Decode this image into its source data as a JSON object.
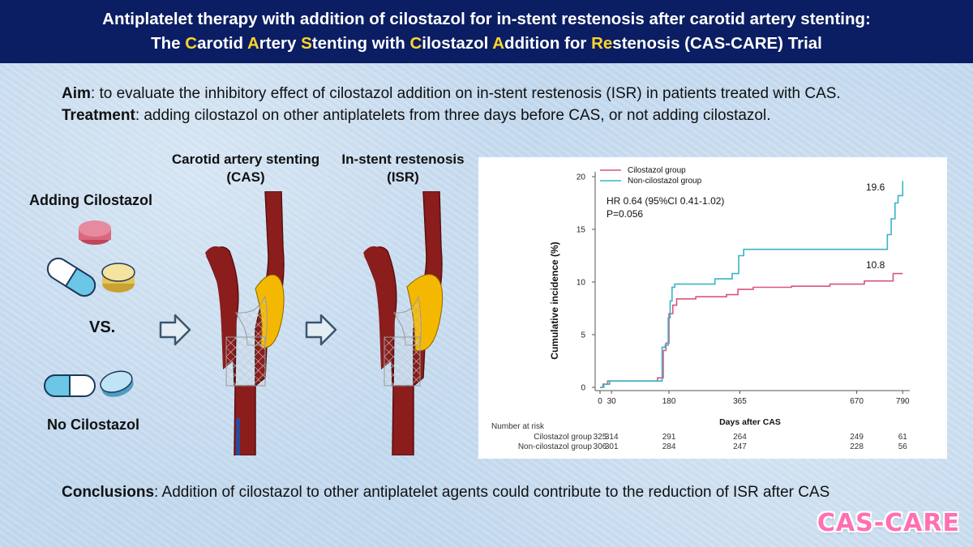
{
  "header": {
    "line1": "Antiplatelet therapy with addition of cilostazol for in-stent restenosis after carotid artery stenting:",
    "line2": {
      "parts": [
        "The ",
        "C",
        "arotid ",
        "A",
        "rtery ",
        "S",
        "tenting with ",
        "C",
        "ilostazol ",
        "A",
        "ddition for ",
        "Re",
        "stenosis (CAS-CARE) Trial"
      ]
    }
  },
  "aim": {
    "aim_label": "Aim",
    "aim_text": ": to evaluate the inhibitory effect of cilostazol addition on in-stent restenosis (ISR) in patients treated with CAS.",
    "treatment_label": "Treatment",
    "treatment_text": ": adding cilostazol on other antiplatelets from three days before CAS, or not adding cilostazol."
  },
  "left": {
    "adding": "Adding Cilostazol",
    "vs": "VS.",
    "no": "No Cilostazol"
  },
  "stages": {
    "cas_line1": "Carotid  artery stenting",
    "cas_line2": "(CAS)",
    "isr_line1": "In-stent restenosis",
    "isr_line2": "(ISR)"
  },
  "colors": {
    "title_bg": "#0b1e63",
    "highlight": "#ffd52a",
    "artery": "#8b1d1d",
    "plaque": "#f5b800",
    "cilostazol": "#d9557a",
    "non_cilostazol": "#3ab3c8",
    "logo": "#ff6fb2"
  },
  "chart_data": {
    "type": "line",
    "xlabel": "Days after CAS",
    "ylabel": "Cumulative incidence (%)",
    "xticks": [
      0,
      30,
      180,
      365,
      670,
      790
    ],
    "yticks": [
      0,
      5,
      10,
      15,
      20
    ],
    "xlim": [
      0,
      800
    ],
    "ylim": [
      0,
      20
    ],
    "legend_position": "top-left",
    "annotation_hr": "HR 0.64 (95%CI 0.41-1.02)",
    "annotation_p": "P=0.056",
    "series": [
      {
        "name": "Cilostazol group",
        "color": "#d9557a",
        "end_label": "10.8",
        "steps": [
          [
            0,
            0
          ],
          [
            8,
            0.3
          ],
          [
            20,
            0.6
          ],
          [
            150,
            0.9
          ],
          [
            165,
            3.5
          ],
          [
            172,
            4.2
          ],
          [
            180,
            7.0
          ],
          [
            190,
            7.8
          ],
          [
            200,
            8.4
          ],
          [
            250,
            8.6
          ],
          [
            330,
            8.8
          ],
          [
            360,
            9.3
          ],
          [
            400,
            9.5
          ],
          [
            500,
            9.6
          ],
          [
            600,
            9.8
          ],
          [
            690,
            10.1
          ],
          [
            765,
            10.8
          ],
          [
            790,
            10.8
          ]
        ]
      },
      {
        "name": "Non-cilostazol group",
        "color": "#3ab3c8",
        "end_label": "19.6",
        "steps": [
          [
            0,
            0
          ],
          [
            10,
            0.3
          ],
          [
            25,
            0.6
          ],
          [
            155,
            0.6
          ],
          [
            162,
            3.8
          ],
          [
            170,
            4.0
          ],
          [
            178,
            6.6
          ],
          [
            183,
            8.2
          ],
          [
            188,
            9.5
          ],
          [
            195,
            9.8
          ],
          [
            300,
            10.3
          ],
          [
            345,
            10.8
          ],
          [
            362,
            12.5
          ],
          [
            375,
            13.1
          ],
          [
            740,
            13.1
          ],
          [
            750,
            14.5
          ],
          [
            760,
            16.0
          ],
          [
            770,
            17.5
          ],
          [
            778,
            18.2
          ],
          [
            790,
            19.6
          ]
        ]
      }
    ],
    "risk_table": {
      "title": "Number at risk",
      "rows": [
        {
          "label": "Cilostazol group",
          "values": [
            "325",
            "314",
            "291",
            "264",
            "249",
            "61"
          ]
        },
        {
          "label": "Non-cilostazol group",
          "values": [
            "306",
            "301",
            "284",
            "247",
            "228",
            "56"
          ]
        }
      ]
    }
  },
  "conclusion": {
    "label": "Conclusions",
    "text": ": Addition of cilostazol to other antiplatelet agents could contribute to the reduction of ISR after CAS"
  },
  "logo_text": "CAS-CARE"
}
